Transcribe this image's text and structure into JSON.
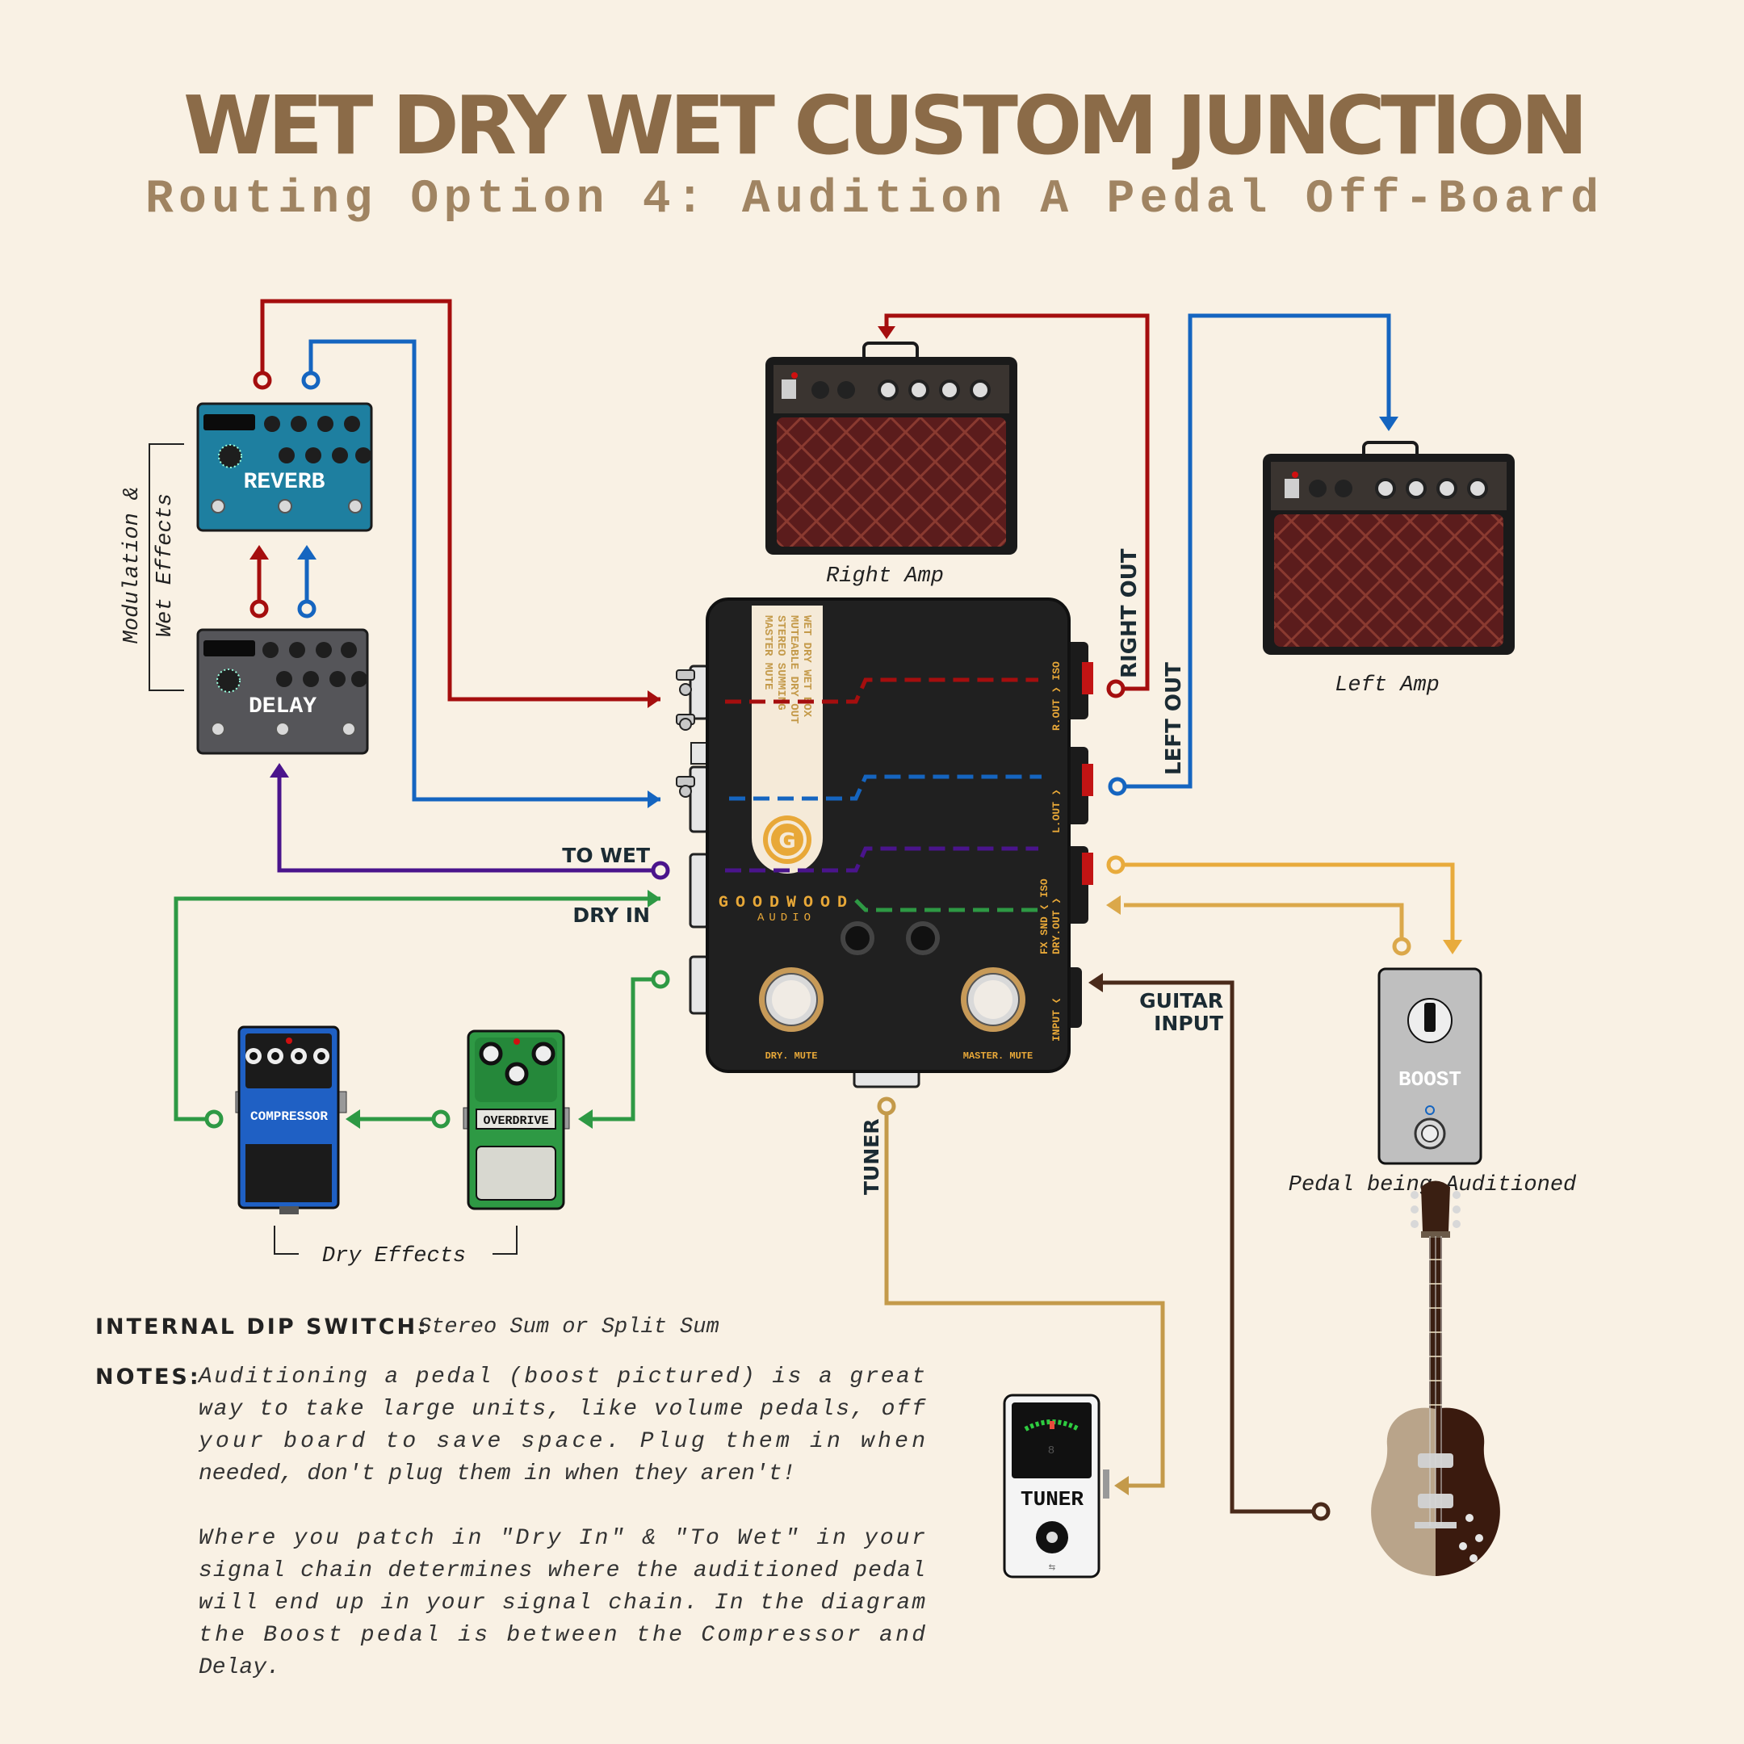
{
  "title": "WET DRY WET CUSTOM JUNCTION",
  "subtitle": "Routing Option 4: Audition A Pedal Off-Board",
  "colors": {
    "background": "#f9f1e4",
    "title": "#8b6b48",
    "subtitle": "#a08462",
    "red": "#a50e0e",
    "blue": "#1565c0",
    "purple": "#4a148c",
    "green": "#2e9944",
    "gold": "#e8ab3c",
    "tan": "#c49a4a",
    "brown": "#4a2a1a"
  },
  "pedals": {
    "reverb": "REVERB",
    "delay": "DELAY",
    "compressor": "COMPRESSOR",
    "overdrive": "OVERDRIVE",
    "boost": "BOOST",
    "tuner": "TUNER"
  },
  "amps": {
    "right": "Right Amp",
    "left": "Left Amp"
  },
  "groups": {
    "wet_line1": "Modulation &",
    "wet_line2": "Wet Effects",
    "dry": "Dry Effects",
    "audition": "Pedal being Auditioned"
  },
  "connections": {
    "right_out": "RIGHT OUT",
    "left_out": "LEFT OUT",
    "to_wet": "TO WET",
    "dry_in": "DRY IN",
    "guitar_line1": "GUITAR",
    "guitar_line2": "INPUT",
    "tuner": "TUNER"
  },
  "junction": {
    "label_lines": [
      "WET DRY WET BOX",
      "MUTEABLE DRY OUT",
      "STEREO SUMMING",
      "MASTER MUTE"
    ],
    "brand": "GOODWOOD",
    "brand_sub": "AUDIO",
    "footswitch_left": "DRY. MUTE",
    "footswitch_right": "MASTER. MUTE",
    "jack_labels": [
      "R.OUT ❯ ISO",
      "L.OUT ❯",
      "FX SND ❮ ISO",
      "DRY.OUT ❯",
      "INPUT ❮"
    ]
  },
  "notes": {
    "dip_label": "INTERNAL DIP SWITCH:",
    "dip_value": "Stereo Sum or Split Sum",
    "notes_label": "NOTES:",
    "para1": [
      "Auditioning a pedal (boost pictured) is a great",
      "way to take large units, like volume pedals, off",
      "your board to save space. Plug them in when",
      "needed, don't plug them in when they aren't!"
    ],
    "para2": [
      "Where you patch in \"Dry In\" & \"To Wet\" in your",
      "signal chain determines where the auditioned pedal",
      "will end up in your signal chain. In the diagram",
      "the Boost pedal is between the Compressor and",
      "Delay."
    ]
  }
}
